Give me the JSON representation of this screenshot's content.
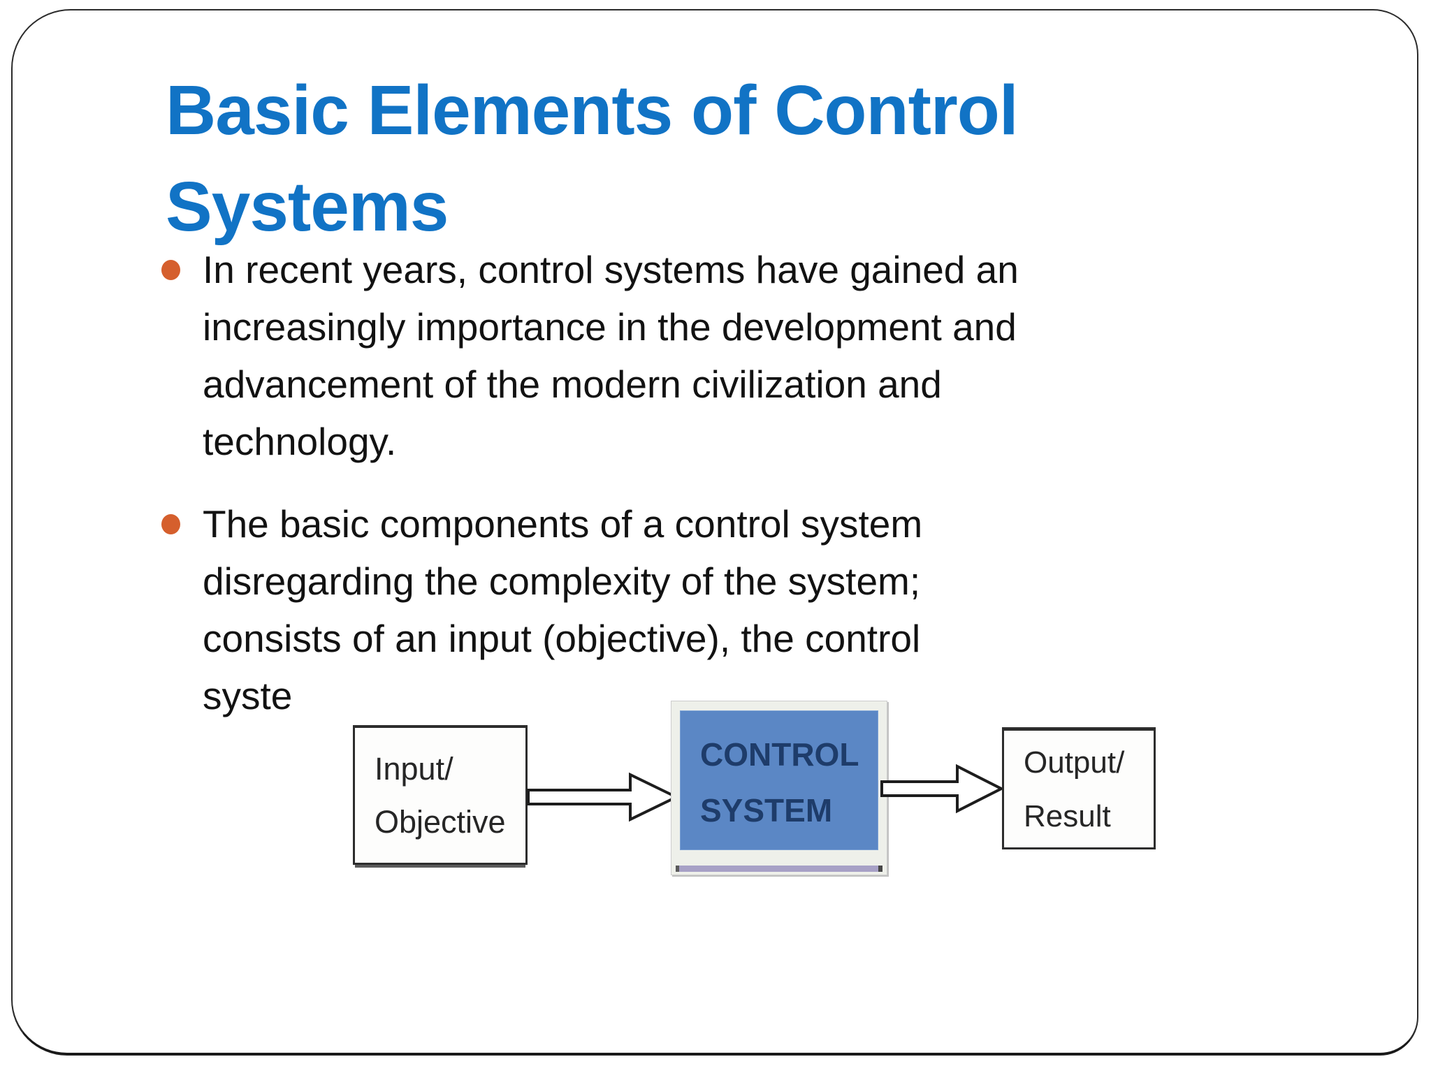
{
  "slide": {
    "title": "Basic Elements of Control Systems",
    "bullets": [
      {
        "lines": [
          "In recent years, control systems have gained an",
          "increasingly importance in the development and",
          "advancement of the modern civilization and",
          "technology."
        ]
      },
      {
        "lines": [
          "The basic components of a control system",
          "disregarding the complexity of the system;",
          "consists of an input (objective), the control",
          "syste"
        ]
      }
    ],
    "diagram": {
      "input_box": {
        "line1": "Input/",
        "line2": "Objective"
      },
      "control_box": {
        "line1": "CONTROL",
        "line2": "SYSTEM"
      },
      "output_box": {
        "line1": "Output/",
        "line2": "Result"
      },
      "arrow_right_icon": "hollow right block arrow"
    },
    "colors": {
      "title_blue": "#1173c5",
      "bullet_orange": "#d55f2d",
      "control_box_fill": "#5b87c5",
      "control_box_text": "#1e3c6a",
      "body_text": "#121212",
      "frame_border": "#2b2b2b"
    }
  }
}
